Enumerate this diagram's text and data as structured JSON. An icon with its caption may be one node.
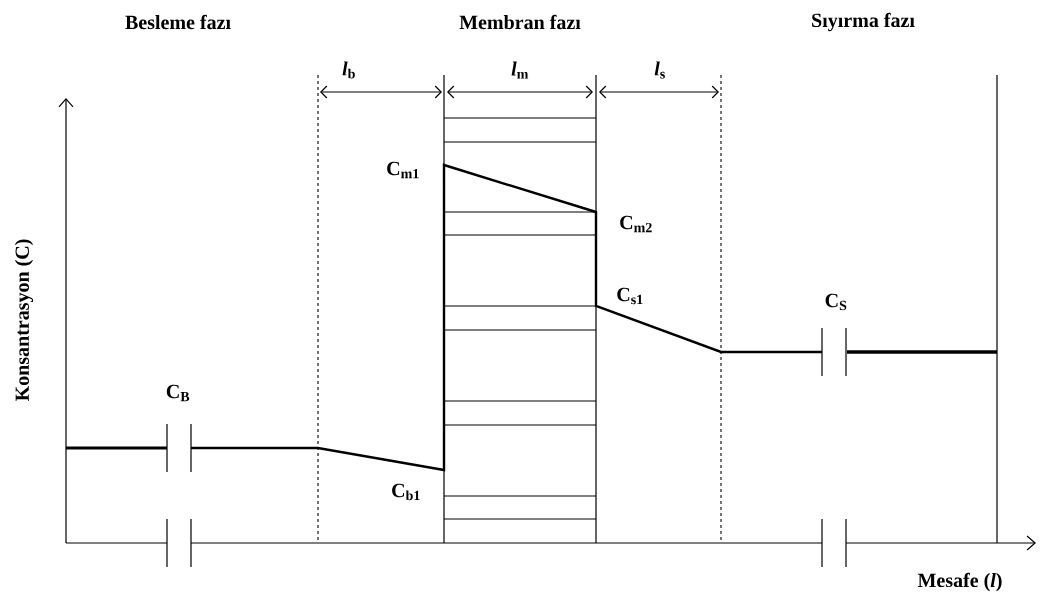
{
  "diagram": {
    "labels": [
      "Besleme fazı",
      "Membran fazı",
      "Sıyırma fazı",
      "*l*$_{b}$",
      "*l*$_{m}$",
      "*l*$_{s}$",
      "C$_{m1}$",
      "C$_{m2}$",
      "C$_{s1}$",
      "C$_{S}$",
      "C$_{B}$",
      "C$_{b1}$",
      "Konsantrasyon (C)",
      "Mesafe (*l*)"
    ]
  }
}
